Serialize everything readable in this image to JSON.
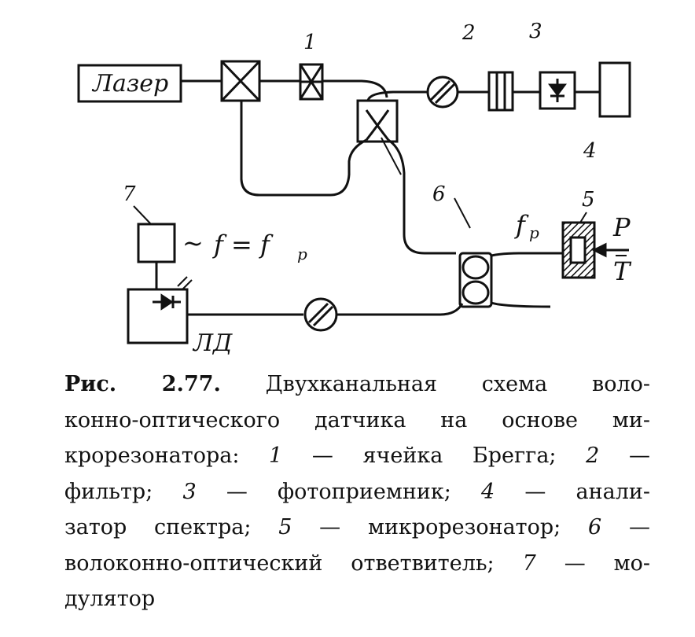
{
  "diagram": {
    "laser_label": "Лазер",
    "ld_label": "ЛД",
    "numbers": [
      "1",
      "2",
      "3",
      "4",
      "5",
      "6",
      "7"
    ],
    "modulation_tilde": "~",
    "modulation_eq": "f = f",
    "modulation_sub": "p",
    "fp_main": "f",
    "fp_sub": "p",
    "p_label": "P",
    "t_label": "T"
  },
  "caption": {
    "label": "Рис. 2.77.",
    "lines": [
      "Двухканальная схема воло-",
      "конно-оптического датчика на основе ми-",
      "крорезонатора:",
      "ячейка Брегга;",
      "фильтр;",
      "фотоприемник;",
      "анали-",
      "затор спектра;",
      "микрорезонатор;",
      "волоконно-оптический ответвитель;",
      "мо-",
      "дулятор"
    ],
    "items": [
      {
        "num": "1",
        "sep": "—"
      },
      {
        "num": "2",
        "sep": "—"
      },
      {
        "num": "3",
        "sep": "—"
      },
      {
        "num": "4",
        "sep": "—"
      },
      {
        "num": "5",
        "sep": "—"
      },
      {
        "num": "6",
        "sep": "—"
      },
      {
        "num": "7",
        "sep": "—"
      }
    ]
  }
}
